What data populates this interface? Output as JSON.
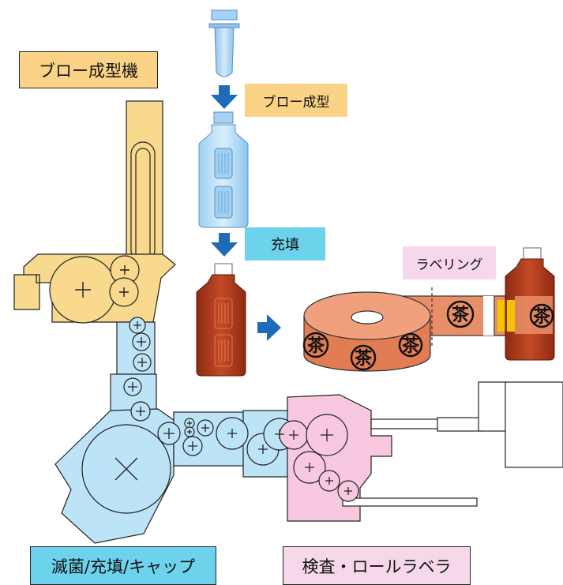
{
  "labels": {
    "blow_machine": "ブロー成型機",
    "blow_step": "ブロー成型",
    "fill_step": "充填",
    "labeling_step": "ラベリング",
    "sterilize_machine": "滅菌/充填/キャップ",
    "inspect_machine": "検査・ロールラベラ"
  },
  "symbols": {
    "tea_mark": "茶",
    "plus": "+",
    "cross": "×"
  },
  "colors": {
    "blow_yellow": "#F8D98E",
    "label_yellow": "#FAD386",
    "sterilize_blue": "#BDE3F6",
    "label_blue": "#6DD3EC",
    "inspect_pink": "#F7C8E0",
    "label_pink": "#F6D8EA",
    "roll_orange": "#E98F68",
    "arrow_blue": "#1E6CB8",
    "tea_brown": "#A8341C",
    "preform_blue": "#A7D2F3"
  },
  "icons": [
    "down-arrow-icon",
    "right-arrow-icon",
    "bottle-icon",
    "preform-icon",
    "label-roll-icon"
  ]
}
